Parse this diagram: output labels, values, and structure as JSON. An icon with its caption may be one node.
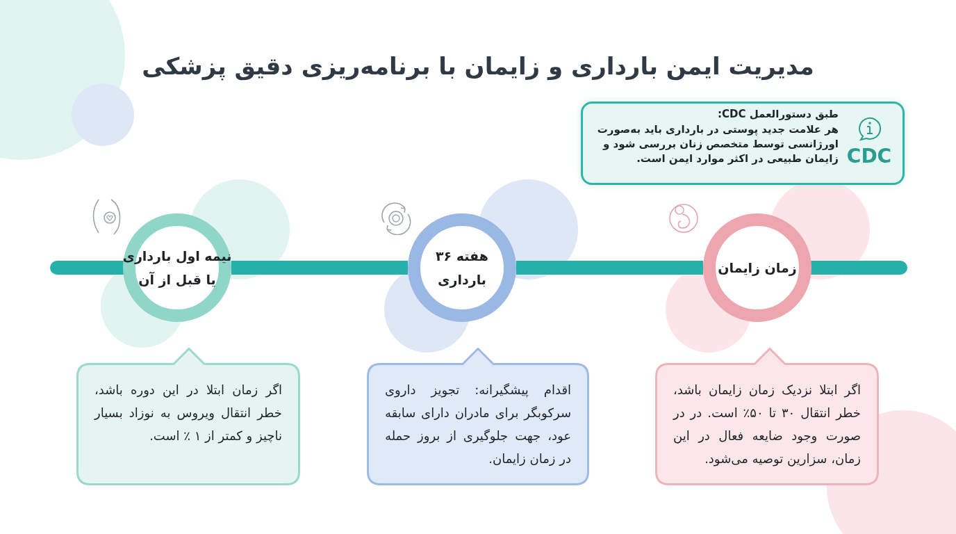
{
  "diagram": {
    "title": "مدیریت ایمن بارداری و زایمان با برنامه‌ریزی دقیق پزشکی",
    "nodes": [
      {
        "text": [
          "نیمه اول بارداری یا قبل از آن"
        ]
      },
      {
        "text": [
          "هفته ۳۶ بارداری"
        ]
      },
      {
        "text": [
          "زمان زایمان"
        ]
      },
      {
        "text": [
          "اگر زمان ابتلا در این دوره باشد، خطر انتقال ویروس به نوزاد بسیار ناچیز و کمتر از ۱ ٪ است."
        ]
      },
      {
        "text": [
          "اقدام پیشگیرانه: تجویز داروی سرکوبگر برای مادران دارای سابقه عود، جهت جلوگیری از بروز حمله در زمان زایمان."
        ]
      },
      {
        "text": [
          "اگر ابتلا نزدیک زمان زایمان باشد، خطر انتقال ۳۰ تا ۵۰٪ است. در در صورت وجود ضایعه فعال در این زمان، سزارین توصیه می‌شود."
        ]
      },
      {
        "text": [
          "CDC",
          "طبق دستورالعمل CDC:",
          "هر علامت جدید پوستی در بارداری باید به‌صورت اورژانسی توسط متخصص زنان بررسی شود و زایمان طبیعی در اکثر موارد ایمن است."
        ]
      }
    ],
    "edges": [
      {
        "from": 0,
        "to": 1,
        "arrow": "none"
      },
      {
        "from": 1,
        "to": 2,
        "arrow": "none"
      }
    ]
  }
}
